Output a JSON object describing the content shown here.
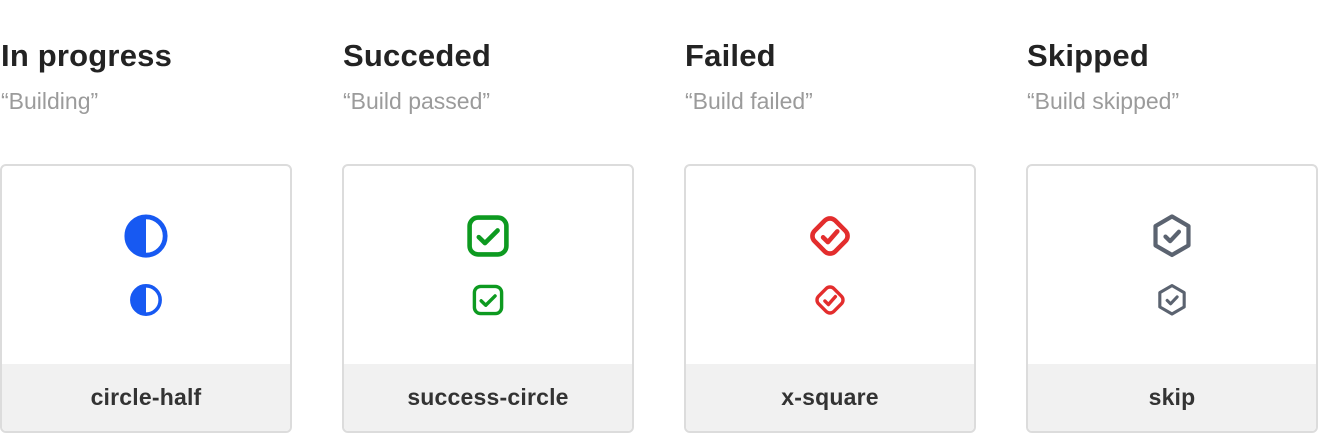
{
  "page": {
    "background": "#ffffff",
    "card_border_color": "#dcdcdc",
    "footer_background": "#f1f1f1",
    "title_color": "#232323",
    "subtitle_color": "#9b9b9b",
    "footer_text_color": "#333333"
  },
  "columns": [
    {
      "title": "In progress",
      "quote": "“Building”",
      "icon": "circle-half-icon",
      "icon_color": "#1759f2",
      "label": "circle-half"
    },
    {
      "title": "Succeded",
      "quote": "“Build passed”",
      "icon": "success-circle-icon",
      "icon_color": "#0d9a20",
      "label": "success-circle"
    },
    {
      "title": "Failed",
      "quote": "“Build failed”",
      "icon": "x-square-icon",
      "icon_color": "#e32d2d",
      "label": "x-square"
    },
    {
      "title": "Skipped",
      "quote": "“Build skipped”",
      "icon": "skip-icon",
      "icon_color": "#5b6370",
      "label": "skip"
    }
  ]
}
